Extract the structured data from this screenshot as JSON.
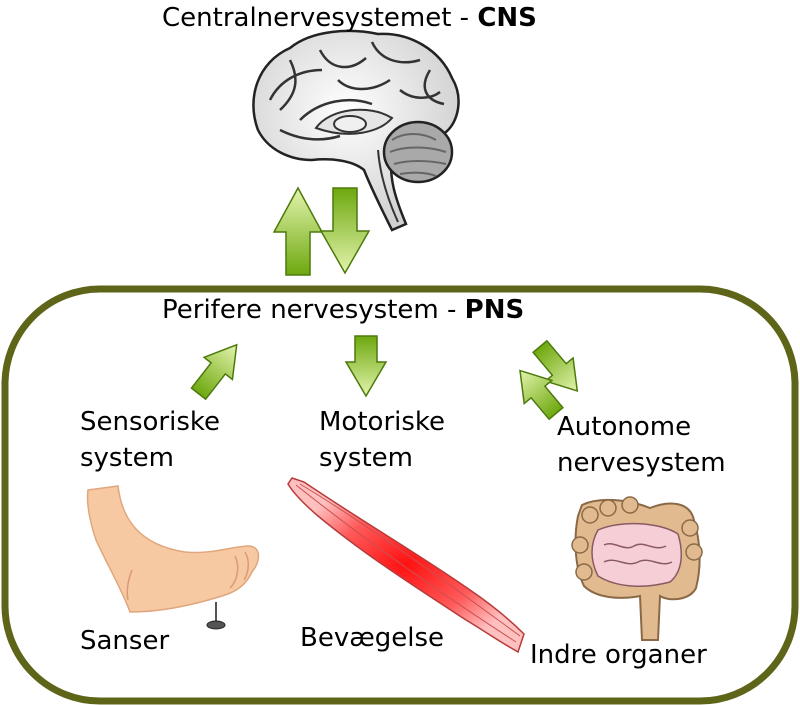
{
  "cns": {
    "title": "Centralnervesystemet - ",
    "title_bold": "CNS"
  },
  "pns": {
    "title": "Perifere nervesystem - ",
    "title_bold": "PNS"
  },
  "branches": {
    "sensory": {
      "line1": "Sensoriske",
      "line2": "system",
      "caption": "Sanser"
    },
    "motor": {
      "line1": "Motoriske",
      "line2": "system",
      "caption": "Bevægelse"
    },
    "autonomic": {
      "line1": "Autonome",
      "line2": "nervesystem",
      "caption": "Indre organer"
    }
  },
  "colors": {
    "frame": "#5e6418",
    "arrow_light": "#dff2a6",
    "arrow_dark": "#6faa12",
    "arrow_stroke": "#4d7a0c",
    "skin": "#f7c9a3",
    "muscle": "#ff2a2a",
    "intestine_outer": "#e2ba90",
    "intestine_inner": "#f6cfd6"
  },
  "icons": [
    "brain-icon",
    "foot-icon",
    "muscle-icon",
    "intestine-icon"
  ]
}
